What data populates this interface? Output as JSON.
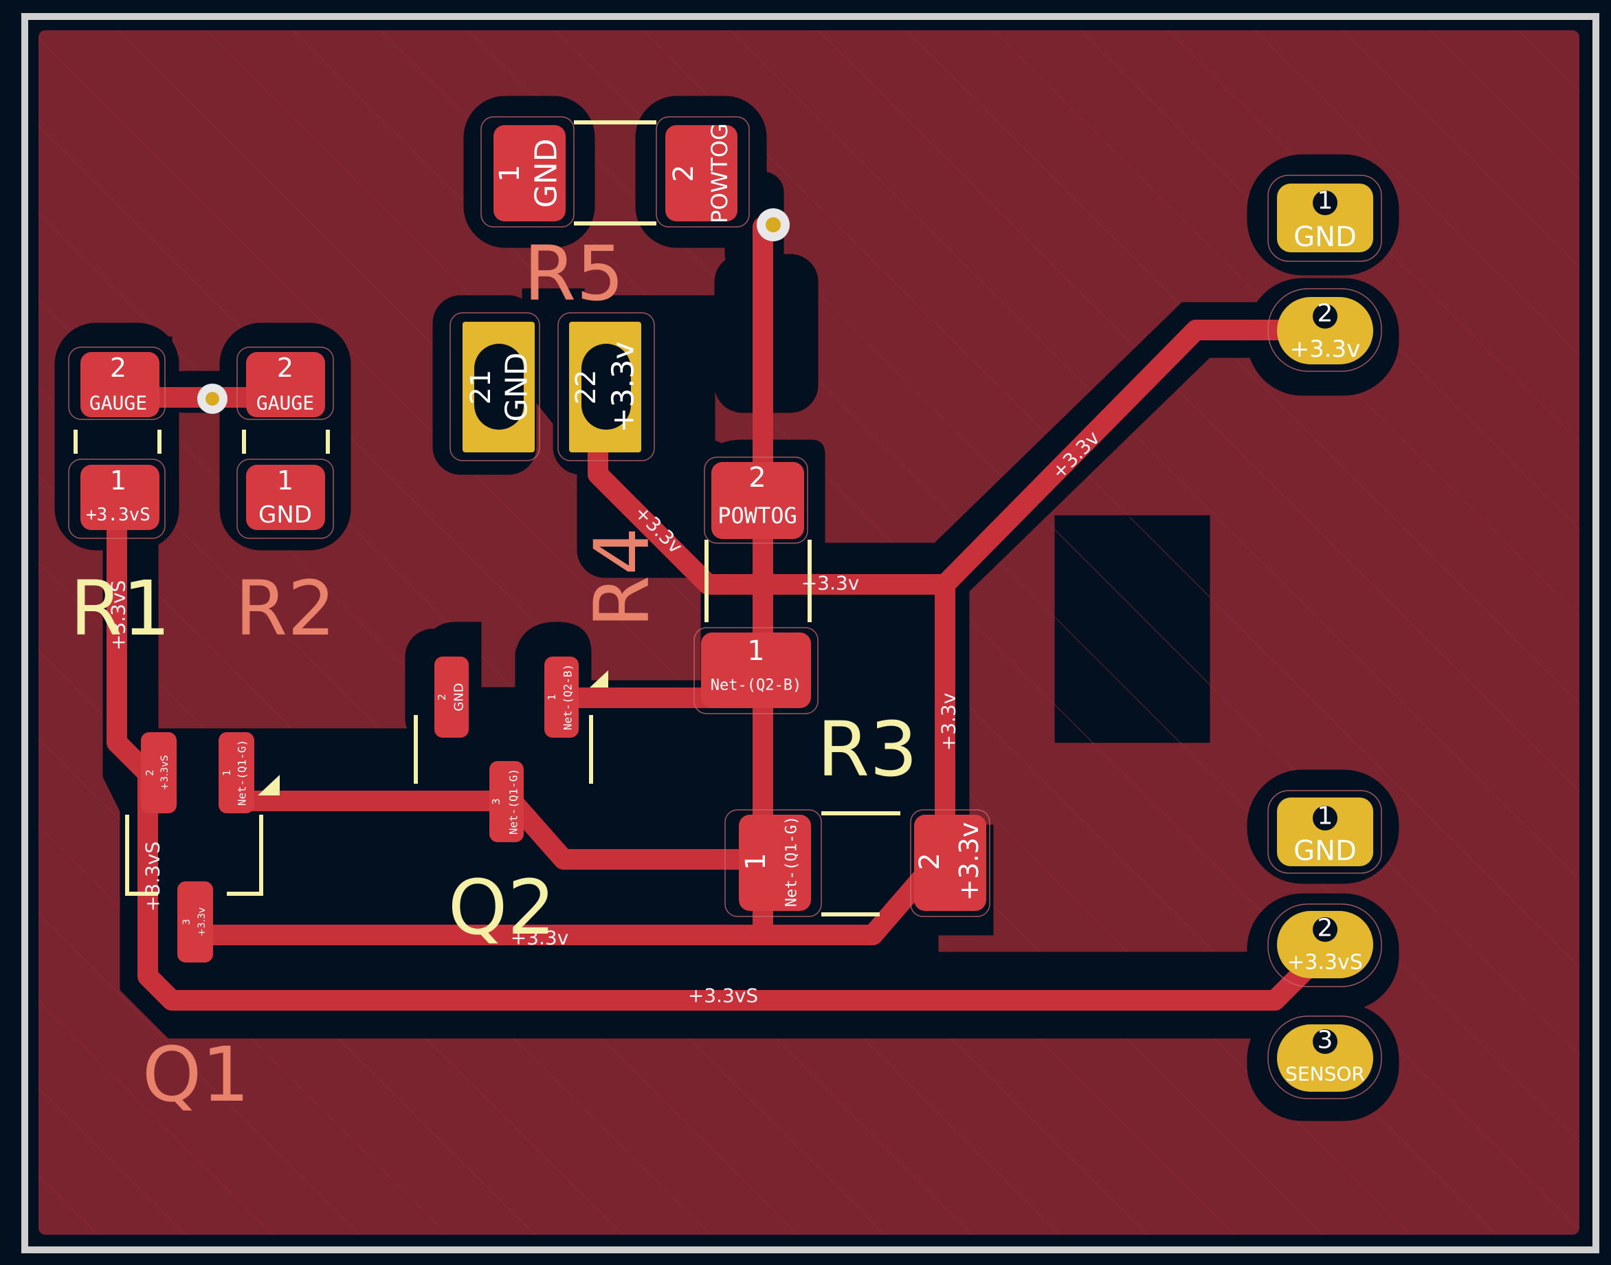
{
  "colors": {
    "background": "#03101f",
    "board_edge": "#cfcfcf",
    "copper_fill": "#7a2430",
    "trace": "#c8313a",
    "smd_pad": "#d43a3f",
    "tht_pad": "#e3b72e",
    "drill": "#03101f",
    "silkscreen": "#f5f0a8",
    "fabrication": "#e8826a",
    "net_label": "#f2f2f2"
  },
  "nets": {
    "gnd": "GND",
    "gauge": "GAUGE",
    "powtog": "POWTOG",
    "v33": "+3.3v",
    "v33s": "+3.3vS",
    "sensor": "SENSOR",
    "q2b": "Net-(Q2-B)",
    "q1g": "Net-(Q1-G)"
  },
  "designators": {
    "r1": "R1",
    "r2": "R2",
    "r3": "R3",
    "r4": "R4",
    "r5": "R5",
    "q1": "Q1",
    "q2": "Q2"
  },
  "pad_numbers": {
    "p1": "1",
    "p2": "2",
    "p3": "3",
    "p21": "21",
    "p22": "22"
  },
  "trace_labels": {
    "t_r4_diag": "+3.3v",
    "t_hbus": "+3.3v",
    "t_conn_diag": "+3.3v",
    "t_r3_vert": "+3.3v",
    "t_bottom": "+3.3v",
    "t_r1_vert": "+3.3vS",
    "t_left_vert": "+3.3vS",
    "t_bottom_s": "+3.3vS"
  }
}
